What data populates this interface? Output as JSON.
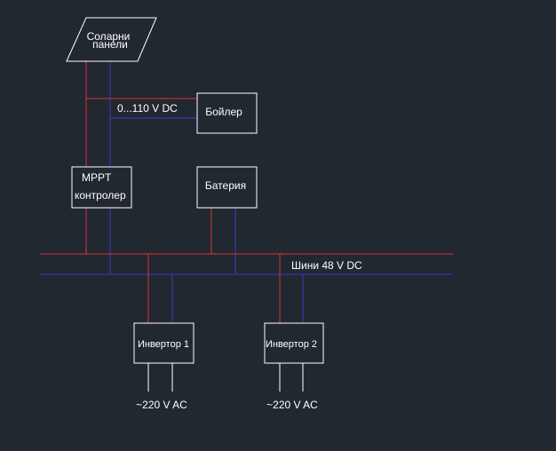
{
  "colors": {
    "background": "#212830",
    "positive_wire": "#e0303a",
    "negative_wire": "#3a3ad0",
    "box_stroke": "#ffffff",
    "ac_wire": "#ffffff"
  },
  "nodes": {
    "solar_panels": {
      "line1": "Соларни",
      "line2": "панели"
    },
    "boiler": {
      "label": "Бойлер"
    },
    "boiler_voltage": {
      "label": "0...110 V DC"
    },
    "mppt": {
      "line1": "MPPT",
      "line2": "контролер"
    },
    "battery": {
      "label": "Батерия"
    },
    "bus": {
      "label": "Шини 48 V DC"
    },
    "inverter1": {
      "label": "Инвертор 1"
    },
    "inverter2": {
      "label": "Инвертор 2"
    },
    "output1": {
      "label": "~220 V AC"
    },
    "output2": {
      "label": "~220 V AC"
    }
  }
}
